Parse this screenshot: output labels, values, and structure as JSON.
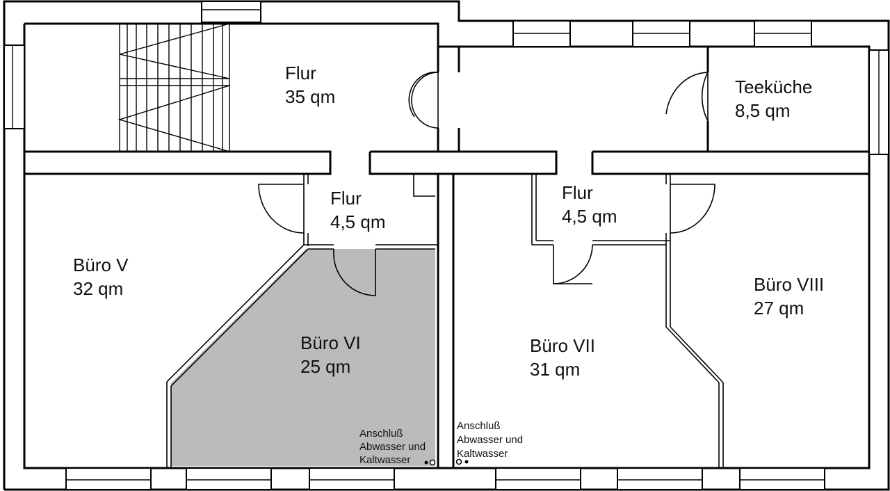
{
  "colors": {
    "wall": "#000000",
    "background": "#ffffff",
    "highlight": "#bbbbbb"
  },
  "rooms": {
    "flur_main": {
      "name": "Flur",
      "area": "35 qm"
    },
    "teekueche": {
      "name": "Teeküche",
      "area": "8,5 qm"
    },
    "flur_left": {
      "name": "Flur",
      "area": "4,5 qm"
    },
    "flur_right": {
      "name": "Flur",
      "area": "4,5 qm"
    },
    "buero_v": {
      "name": "Büro V",
      "area": "32 qm"
    },
    "buero_vi": {
      "name": "Büro VI",
      "area": "25 qm",
      "highlighted": true
    },
    "buero_vii": {
      "name": "Büro VII",
      "area": "31 qm"
    },
    "buero_viii": {
      "name": "Büro VIII",
      "area": "27 qm"
    }
  },
  "notes": {
    "left": [
      "Anschluß",
      "Abwasser und",
      "Kaltwasser"
    ],
    "right": [
      "Anschluß",
      "Abwasser und",
      "Kaltwasser"
    ]
  }
}
